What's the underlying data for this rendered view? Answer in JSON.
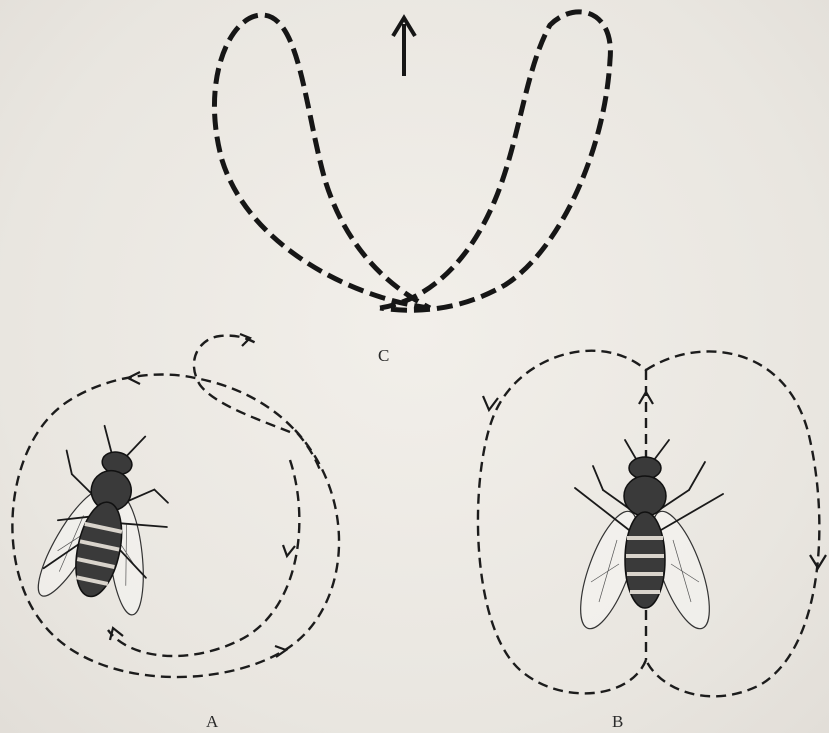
{
  "figure": {
    "panels": [
      {
        "id": "A",
        "label": "A"
      },
      {
        "id": "B",
        "label": "B"
      },
      {
        "id": "C",
        "label": "C"
      }
    ],
    "colors": {
      "background": "#ebe8e3",
      "ink": "#161616"
    },
    "icons": [
      "up-arrow-icon",
      "bee-illustration"
    ]
  }
}
